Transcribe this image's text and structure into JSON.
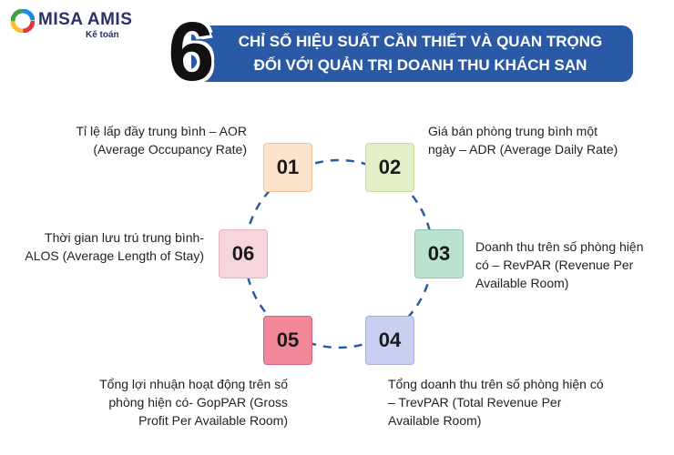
{
  "brand": {
    "name": "MISA AMIS",
    "sub": "Kế toán"
  },
  "header": {
    "number": "6",
    "line1": "CHỈ SỐ HIỆU SUẤT CẦN THIẾT VÀ QUAN TRỌNG",
    "line2": "ĐỐI VỚI QUẢN TRỊ DOANH THU KHÁCH SẠN"
  },
  "items": [
    {
      "num": "01",
      "lines": [
        "Tỉ lệ lấp đầy trung bình – AOR",
        "(Average Occupancy Rate)"
      ],
      "color": "#fde3cc"
    },
    {
      "num": "02",
      "lines": [
        "Giá bán phòng trung bình một",
        "ngày – ADR (Average Daily Rate)"
      ],
      "color": "#e3efc6"
    },
    {
      "num": "03",
      "lines": [
        "Doanh thu trên số phòng hiện",
        "có – RevPAR (Revenue Per",
        "Available Room)"
      ],
      "color": "#b9e2cf"
    },
    {
      "num": "04",
      "lines": [
        "Tổng doanh thu trên số phòng hiện có",
        "– TrevPAR (Total Revenue Per",
        "Available Room)"
      ],
      "color": "#c9cff0"
    },
    {
      "num": "05",
      "lines": [
        "Tổng lợi nhuận hoạt động trên số",
        "phòng hiện có- GopPAR (Gross",
        "Profit Per Available Room)"
      ],
      "color": "#f2879a"
    },
    {
      "num": "06",
      "lines": [
        "Thời gian lưu trú trung bình-",
        "ALOS (Average Length of Stay)"
      ],
      "color": "#f6d6dc"
    }
  ],
  "colors": {
    "banner": "#2a5aa5",
    "ring": "#2a5aa5",
    "brand": "#2b2f6b"
  },
  "icons": [
    "misa-logo-icon"
  ]
}
